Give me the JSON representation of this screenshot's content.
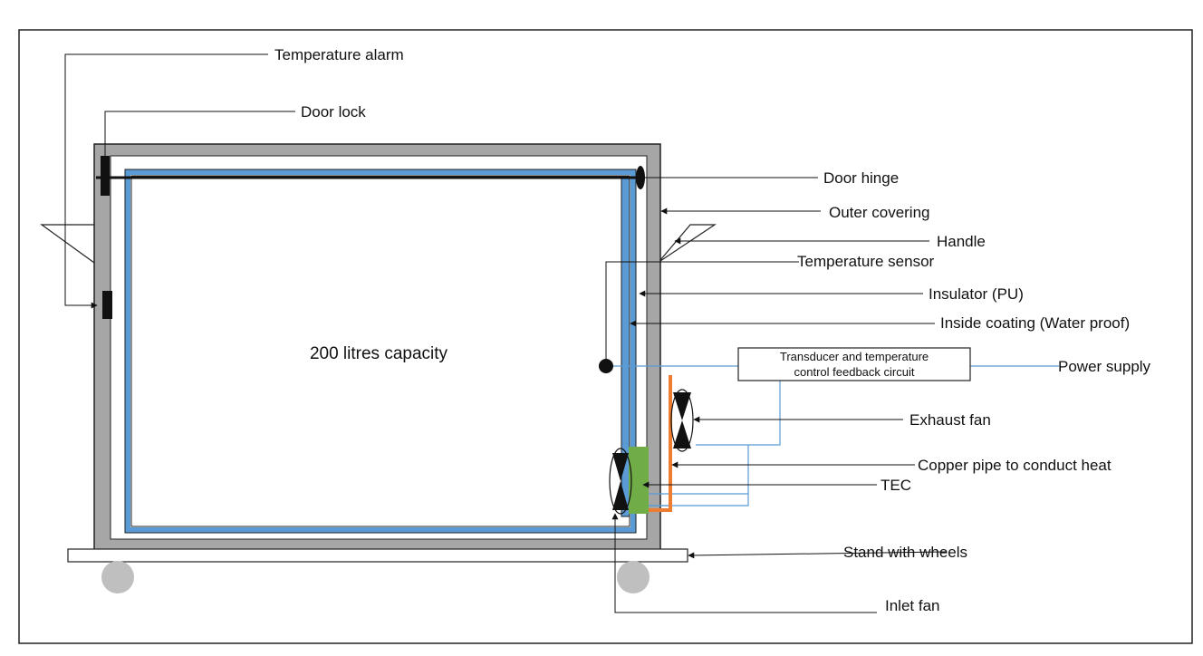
{
  "labels": {
    "temperature_alarm": "Temperature alarm",
    "door_lock": "Door lock",
    "door_hinge": "Door hinge",
    "outer_covering": "Outer covering",
    "handle": "Handle",
    "temperature_sensor": "Temperature sensor",
    "insulator": "Insulator (PU)",
    "inside_coating": "Inside coating (Water proof)",
    "power_supply": "Power supply",
    "exhaust_fan": "Exhaust fan",
    "copper_pipe": "Copper pipe to conduct heat",
    "tec": "TEC",
    "stand": "Stand with wheels",
    "inlet_fan": "Inlet fan"
  },
  "capacity_text": "200 litres capacity",
  "circuit_box": {
    "line1": "Transducer and temperature",
    "line2": "control feedback circuit"
  },
  "colors": {
    "outer": "#a6a6a6",
    "inner_coating": "#5b9bd5",
    "wire": "#5b9bd5",
    "tec": "#70ad47",
    "copper": "#ed7d31",
    "wheel": "#bfbfbf",
    "component": "#111111"
  }
}
